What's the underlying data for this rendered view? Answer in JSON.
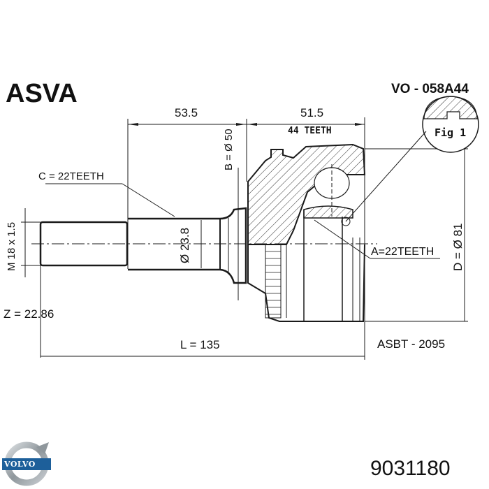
{
  "header": {
    "brand": "ASVA",
    "code": "VO - 058A44"
  },
  "dimensions": {
    "length_left": "53.5",
    "length_right": "51.5",
    "outer_teeth": "44 TEETH",
    "inner_teeth_c": "C = 22TEETH",
    "inner_teeth_a": "A=22TEETH",
    "b_diameter": "B = Ø 50",
    "d_diameter": "D = Ø 81",
    "shaft_diameter": "Ø 23.8",
    "thread": "M 18 x 1.5",
    "z": "Z = 22.86",
    "total_length": "L = 135"
  },
  "figure": {
    "label": "Fig 1"
  },
  "footer": {
    "reference": "ASBT - 2095",
    "logo_text": "VOLVO",
    "part_number": "9031180"
  },
  "colors": {
    "line": "#1a1a1a",
    "volvo_blue": "#1d5f9a",
    "volvo_ring": "#9aa3a8"
  }
}
